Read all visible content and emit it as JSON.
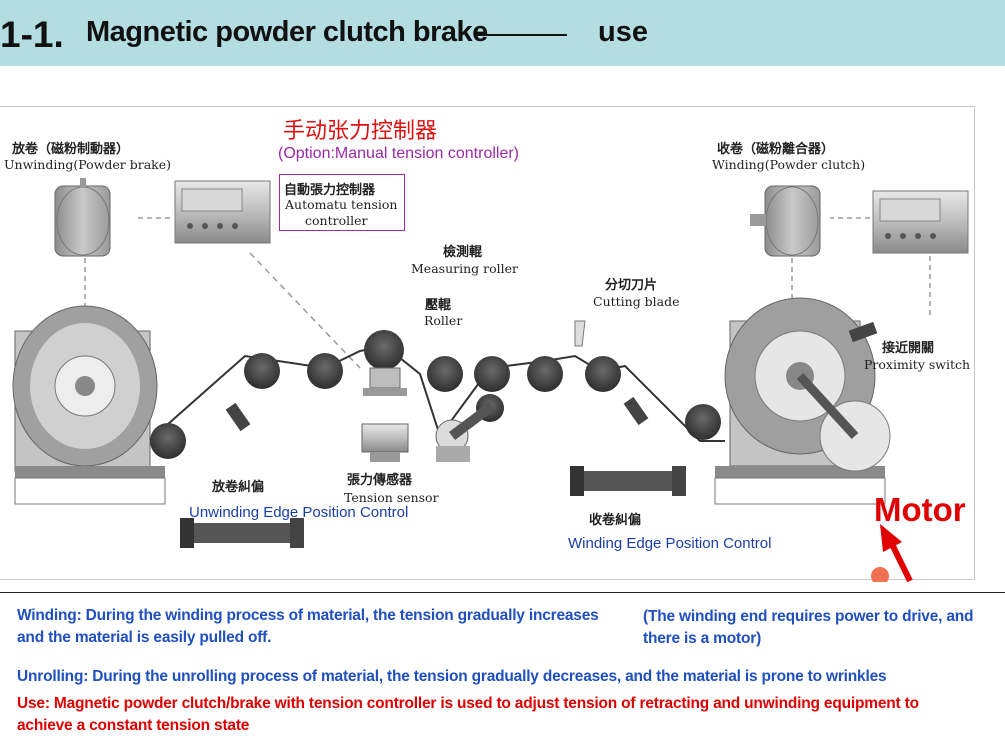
{
  "header": {
    "number": "1-1.",
    "title": "Magnetic powder clutch brake",
    "use": "use"
  },
  "diagram": {
    "manual_cn": "手动张力控制器",
    "manual_en": "(Option:Manual tension controller)",
    "unwinding_cn": "放卷（磁粉制動器）",
    "unwinding_en": "Unwinding(Powder brake)",
    "auto_cn": "自動張力控制器",
    "auto_en1": "Automatu tension",
    "auto_en2": "controller",
    "measuring_cn": "檢測輥",
    "measuring_en": "Measuring roller",
    "roller_cn": "壓輥",
    "roller_en": "Roller",
    "cutting_cn": "分切刀片",
    "cutting_en": "Cutting blade",
    "winding_cn": "收卷（磁粉離合器）",
    "winding_en": "Winding(Powder clutch)",
    "proximity_cn": "接近開關",
    "proximity_en": "Proximity switch",
    "unwind_edge_cn": "放卷糾偏",
    "unwind_edge_en": "Unwinding Edge Position Control",
    "tension_cn": "張力傳感器",
    "tension_en": "Tension sensor",
    "wind_edge_cn": "收卷糾偏",
    "wind_edge_en": "Winding Edge Position Control",
    "motor": "Motor"
  },
  "notes": {
    "winding_1": "Winding: During the winding process of material, the tension gradually increases",
    "winding_2": "and the material is easily pulled off.",
    "winding_side_1": "(The winding end requires power to drive, and",
    "winding_side_2": "there is a motor)",
    "unrolling": "Unrolling: During the unrolling process of material, the tension gradually decreases, and the material is prone to wrinkles",
    "use_1": "Use: Magnetic powder clutch/brake with tension controller is used to adjust tension of retracting and unwinding equipment to",
    "use_2": "achieve a constant tension state"
  },
  "colors": {
    "header_bg": "#b3dde0",
    "blue_text": "#1f4fc0",
    "red_text": "#e00000",
    "purple": "#9b2aa6"
  }
}
